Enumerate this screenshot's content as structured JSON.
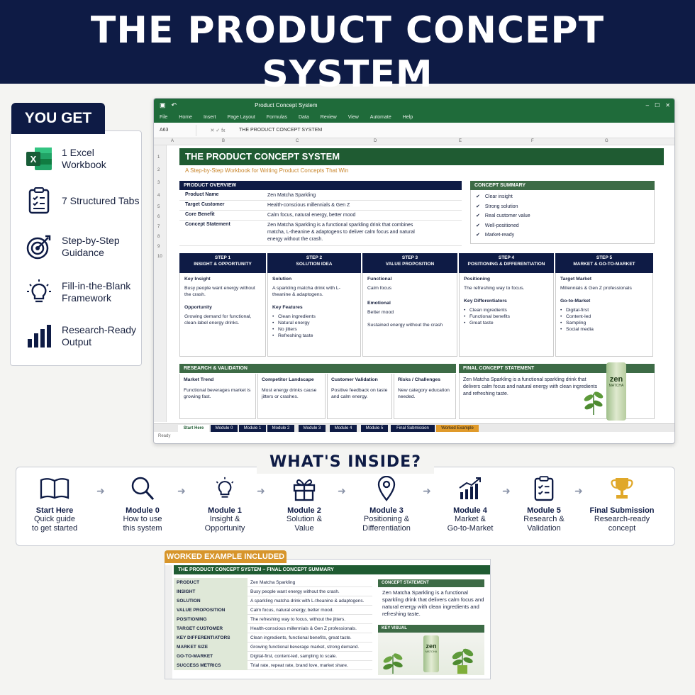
{
  "hero": {
    "title": "THE PRODUCT CONCEPT SYSTEM",
    "subtitle": "EXCEL MARKETING TEMPLATE"
  },
  "you_get": {
    "heading": "YOU GET",
    "items": [
      {
        "label": "1 Excel Workbook",
        "icon": "excel-icon"
      },
      {
        "label": "7 Structured Tabs",
        "icon": "clipboard-checklist-icon"
      },
      {
        "label": "Step-by-Step Guidance",
        "icon": "target-icon"
      },
      {
        "label": "Fill-in-the-Blank Framework",
        "icon": "lightbulb-icon"
      },
      {
        "label": "Research-Ready Output",
        "icon": "bar-chart-icon"
      }
    ]
  },
  "excel": {
    "window_title": "Product Concept System",
    "menu": [
      "File",
      "Home",
      "Insert",
      "Page Layout",
      "Formulas",
      "Data",
      "Review",
      "View",
      "Automate",
      "Help"
    ],
    "cell_ref": "A63",
    "formula": "THE PRODUCT CONCEPT SYSTEM",
    "columns": [
      "A",
      "B",
      "C",
      "D",
      "E",
      "F",
      "G"
    ],
    "rows": [
      "1",
      "2",
      "3",
      "4",
      "5",
      "6",
      "7",
      "8",
      "9",
      "10"
    ],
    "banner": "THE PRODUCT CONCEPT SYSTEM",
    "banner_sub": "A Step-by-Step Workbook for Writing Product Concepts That Win",
    "overview": {
      "header": "PRODUCT OVERVIEW",
      "rows": [
        {
          "k": "Product Name",
          "v": "Zen Matcha Sparkling"
        },
        {
          "k": "Target Customer",
          "v": "Health-conscious millennials & Gen Z"
        },
        {
          "k": "Core Benefit",
          "v": "Calm focus, natural energy, better mood"
        },
        {
          "k": "Concept Statement",
          "v": "Zen Matcha Sparkling is a functional sparkling drink that combines matcha, L-theanine & adaptogens to deliver calm focus and natural energy without the crash."
        }
      ]
    },
    "summary": {
      "header": "CONCEPT SUMMARY",
      "items": [
        "Clear insight",
        "Strong solution",
        "Real customer value",
        "Well-positioned",
        "Market-ready"
      ]
    },
    "steps": [
      {
        "title1": "STEP 1",
        "title2": "INSIGHT & OPPORTUNITY"
      },
      {
        "title1": "STEP 2",
        "title2": "SOLUTION IDEA"
      },
      {
        "title1": "STEP 3",
        "title2": "VALUE PROPOSITION"
      },
      {
        "title1": "STEP 4",
        "title2": "POSITIONING & DIFFERENTIATION"
      },
      {
        "title1": "STEP 5",
        "title2": "MARKET & GO-TO-MARKET"
      }
    ],
    "step_content": {
      "s1_h1": "Key Insight",
      "s1_p1": "Busy people want energy without the crash.",
      "s1_h2": "Opportunity",
      "s1_p2": "Growing demand for functional, clean-label energy drinks.",
      "s2_h1": "Solution",
      "s2_p1": "A sparkling matcha drink with L-theanine & adaptogens.",
      "s2_h2": "Key Features",
      "s2_l": [
        "Clean ingredients",
        "Natural energy",
        "No jitters",
        "Refreshing taste"
      ],
      "s3_h1": "Functional",
      "s3_p1": "Calm focus",
      "s3_h2": "Emotional",
      "s3_p2": "Better mood",
      "s3_p3": "Sustained energy without the crash",
      "s4_h1": "Positioning",
      "s4_p1": "The refreshing way to focus.",
      "s4_h2": "Key Differentiators",
      "s4_l": [
        "Clean ingredients",
        "Functional benefits",
        "Great taste"
      ],
      "s5_h1": "Target Market",
      "s5_p1": "Millennials & Gen Z professionals",
      "s5_h2": "Go-to-Market",
      "s5_l": [
        "Digital-first",
        "Content-led",
        "Sampling",
        "Social media"
      ]
    },
    "research": {
      "header": "RESEARCH & VALIDATION",
      "cols": [
        {
          "h": "Market Trend",
          "p": "Functional beverages market is growing fast."
        },
        {
          "h": "Competitor Landscape",
          "p": "Most energy drinks cause jitters or crashes."
        },
        {
          "h": "Customer Validation",
          "p": "Positive feedback on taste and calm energy."
        },
        {
          "h": "Risks / Challenges",
          "p": "New category education needed."
        }
      ]
    },
    "final": {
      "header": "FINAL CONCEPT STATEMENT",
      "text": "Zen Matcha Sparkling is a functional sparkling drink that delivers calm focus and natural energy with clean ingredients and refreshing taste.",
      "can_brand": "zen",
      "can_sub": "MATCHA"
    },
    "tabs": [
      "Start Here",
      "Module 0",
      "Module 1",
      "Module 2",
      "Module 3",
      "Module 4",
      "Module 5",
      "Final Submission",
      "Worked Example"
    ],
    "status": "Ready"
  },
  "whats_inside": {
    "title": "WHAT'S INSIDE?",
    "items": [
      {
        "name": "Start Here",
        "desc1": "Quick guide",
        "desc2": "to get started",
        "icon": "book-icon"
      },
      {
        "name": "Module 0",
        "desc1": "How to use",
        "desc2": "this system",
        "icon": "magnifier-icon"
      },
      {
        "name": "Module 1",
        "desc1": "Insight &",
        "desc2": "Opportunity",
        "icon": "lightbulb-icon"
      },
      {
        "name": "Module 2",
        "desc1": "Solution &",
        "desc2": "Value",
        "icon": "gift-icon"
      },
      {
        "name": "Module 3",
        "desc1": "Positioning &",
        "desc2": "Differentiation",
        "icon": "map-pin-icon"
      },
      {
        "name": "Module 4",
        "desc1": "Market &",
        "desc2": "Go-to-Market",
        "icon": "growth-chart-icon"
      },
      {
        "name": "Module 5",
        "desc1": "Research &",
        "desc2": "Validation",
        "icon": "clipboard-check-icon"
      },
      {
        "name": "Final Submission",
        "desc1": "Research-ready",
        "desc2": "concept",
        "icon": "trophy-icon"
      }
    ]
  },
  "worked": {
    "tab": "WORKED EXAMPLE INCLUDED",
    "banner": "THE PRODUCT CONCEPT SYSTEM – FINAL CONCEPT SUMMARY",
    "rows": [
      {
        "k": "PRODUCT",
        "v": "Zen Matcha Sparkling"
      },
      {
        "k": "INSIGHT",
        "v": "Busy people want energy without the crash."
      },
      {
        "k": "SOLUTION",
        "v": "A sparkling matcha drink with L-theanine & adaptogens."
      },
      {
        "k": "VALUE PROPOSITION",
        "v": "Calm focus, natural energy, better mood."
      },
      {
        "k": "POSITIONING",
        "v": "The refreshing way to focus, without the jitters."
      },
      {
        "k": "TARGET CUSTOMER",
        "v": "Health-conscious millennials & Gen Z professionals."
      },
      {
        "k": "KEY DIFFERENTIATORS",
        "v": "Clean ingredients, functional benefits, great taste."
      },
      {
        "k": "MARKET SIZE",
        "v": "Growing functional beverage market, strong demand."
      },
      {
        "k": "GO-TO-MARKET",
        "v": "Digital-first, content-led, sampling to scale."
      },
      {
        "k": "SUCCESS METRICS",
        "v": "Trial rate, repeat rate, brand love, market share."
      }
    ],
    "concept_header": "CONCEPT STATEMENT",
    "concept_text": "Zen Matcha Sparkling is a functional sparkling drink that delivers calm focus and natural energy with clean ingredients and refreshing taste.",
    "visual_header": "KEY VISUAL",
    "can_brand": "zen",
    "can_sub": "MATCHA"
  }
}
